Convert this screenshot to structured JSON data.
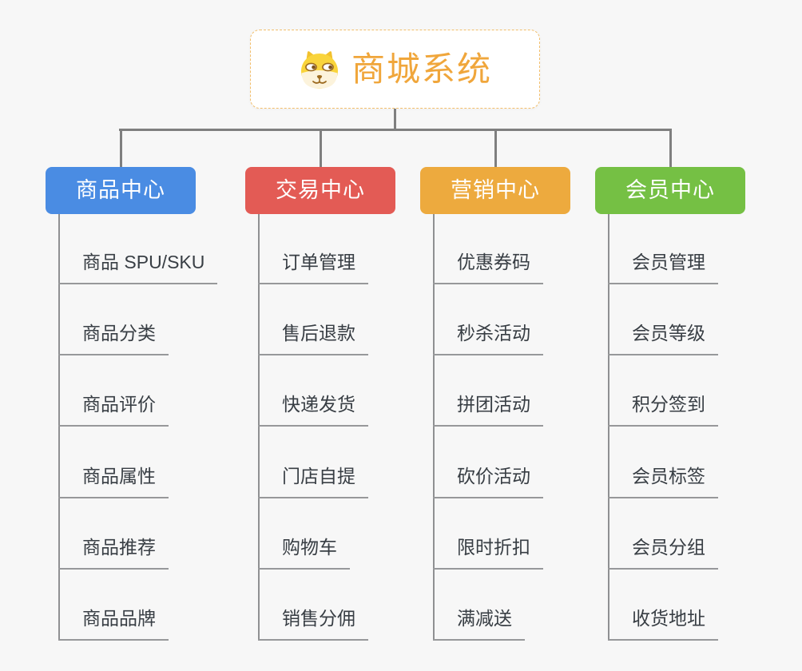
{
  "canvas": {
    "background": "#f7f7f7"
  },
  "root": {
    "icon": "doge-face-icon",
    "title": "商城系统",
    "title_color": "#F0A63B",
    "border_color": "#F2BE6B",
    "background": "#ffffff"
  },
  "connector_color": "#7F7F7F",
  "trunk_color": "#8F9092",
  "underline_color": "#97989A",
  "item_text_color": "#383E44",
  "branches": [
    {
      "label": "商品中心",
      "color": "#4A8CE3",
      "label_color": "#ffffff",
      "items": [
        "商品 SPU/SKU",
        "商品分类",
        "商品评价",
        "商品属性",
        "商品推荐",
        "商品品牌"
      ]
    },
    {
      "label": "交易中心",
      "color": "#E35B55",
      "label_color": "#ffffff",
      "items": [
        "订单管理",
        "售后退款",
        "快递发货",
        "门店自提",
        "购物车",
        "销售分佣"
      ]
    },
    {
      "label": "营销中心",
      "color": "#EDAA3E",
      "label_color": "#ffffff",
      "items": [
        "优惠券码",
        "秒杀活动",
        "拼团活动",
        "砍价活动",
        "限时折扣",
        "满减送"
      ]
    },
    {
      "label": "会员中心",
      "color": "#75C044",
      "label_color": "#ffffff",
      "items": [
        "会员管理",
        "会员等级",
        "积分签到",
        "会员标签",
        "会员分组",
        "收货地址"
      ]
    }
  ]
}
